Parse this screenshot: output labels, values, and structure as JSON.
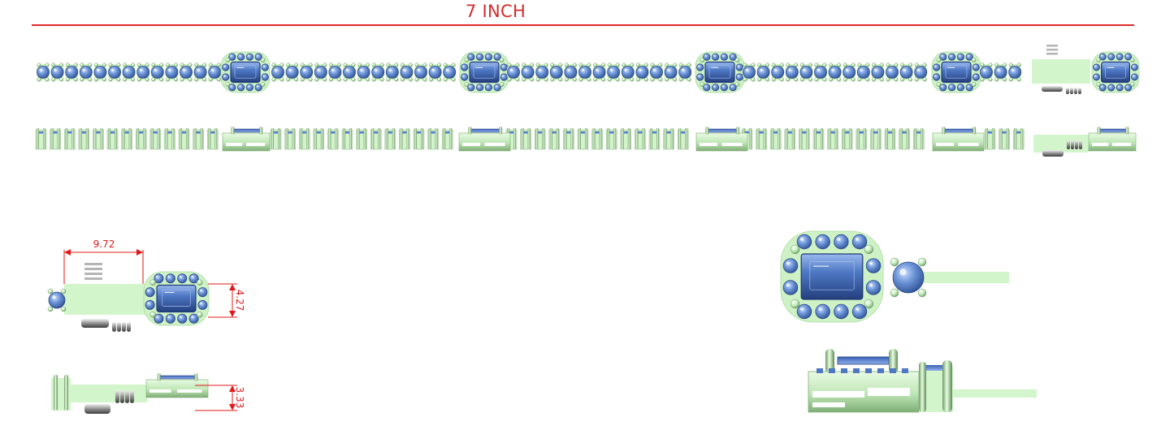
{
  "title": "7 INCH",
  "dimensions": {
    "clasp_length": "9.72",
    "clasp_height": "4.27",
    "side_height": "3.33"
  },
  "colors": {
    "accent_red": "#e02a2a",
    "metal_green": "#cdf0c4",
    "metal_dark": "#8fbf86",
    "stone_blue": "#5b86cc",
    "stone_dark": "#2e4f8f"
  }
}
